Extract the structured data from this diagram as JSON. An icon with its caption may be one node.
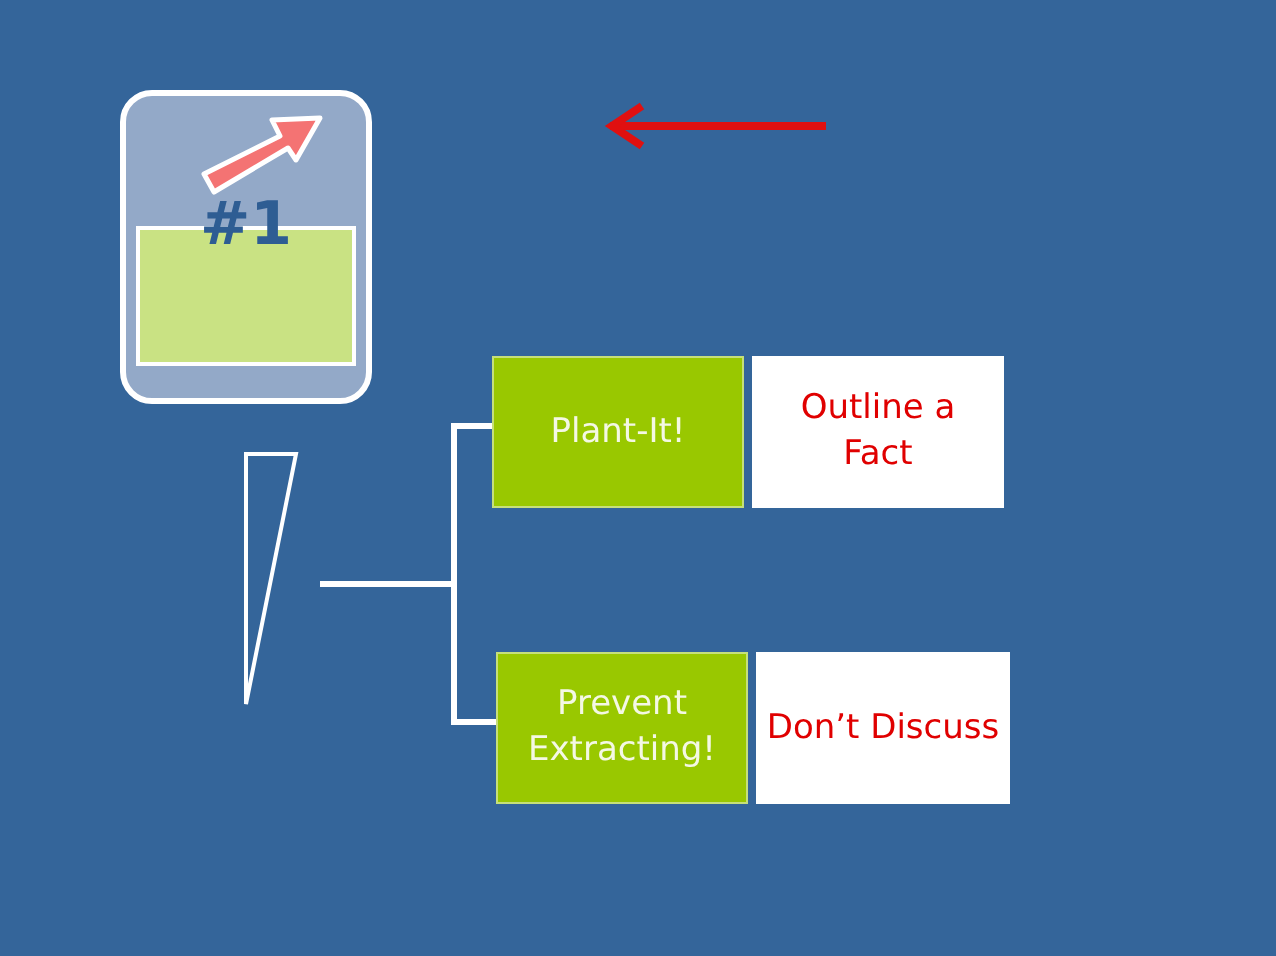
{
  "diagram": {
    "nodes": [
      {
        "text": [
          "#1"
        ]
      },
      {
        "text": [],
        "shape": "triangle"
      },
      {
        "text": [
          "Plant-It!"
        ]
      },
      {
        "text": [
          "Outline a Fact"
        ]
      },
      {
        "text": [
          "Prevent Extracting!"
        ]
      },
      {
        "text": [
          "Don’t Discuss"
        ]
      }
    ],
    "edges": [
      {
        "from": 1,
        "to": 2,
        "arrow": "none",
        "color": "#ffffff"
      },
      {
        "from": 1,
        "to": 4,
        "arrow": "none",
        "color": "#ffffff"
      }
    ]
  }
}
